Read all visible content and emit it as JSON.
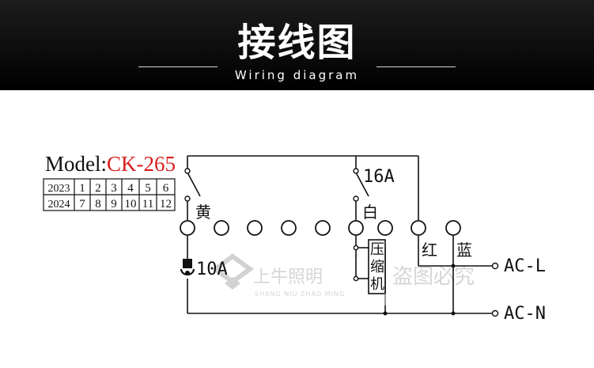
{
  "header": {
    "title": "接线图",
    "subtitle": "Wiring diagram"
  },
  "model": {
    "prefix": "Model:",
    "code": "CK-265",
    "code_color": "#d81e1e"
  },
  "date_table": [
    [
      "2023",
      "1",
      "2",
      "3",
      "4",
      "5",
      "6"
    ],
    [
      "2024",
      "7",
      "8",
      "9",
      "10",
      "11",
      "12"
    ]
  ],
  "relay_left": {
    "rating": "10A",
    "wire_color": "黄"
  },
  "relay_right": {
    "rating": "16A",
    "wire_color": "白"
  },
  "compressor": {
    "chars": [
      "压",
      "缩",
      "机"
    ]
  },
  "wire_labels": {
    "red": "红",
    "blue": "蓝"
  },
  "terminals": {
    "live": "AC-L",
    "neutral": "AC-N"
  },
  "watermark": {
    "brand": "上牛照明",
    "brand_pinyin": "SHANG NIU ZHAO MING",
    "registered": "®",
    "notice": "盗图必究"
  }
}
